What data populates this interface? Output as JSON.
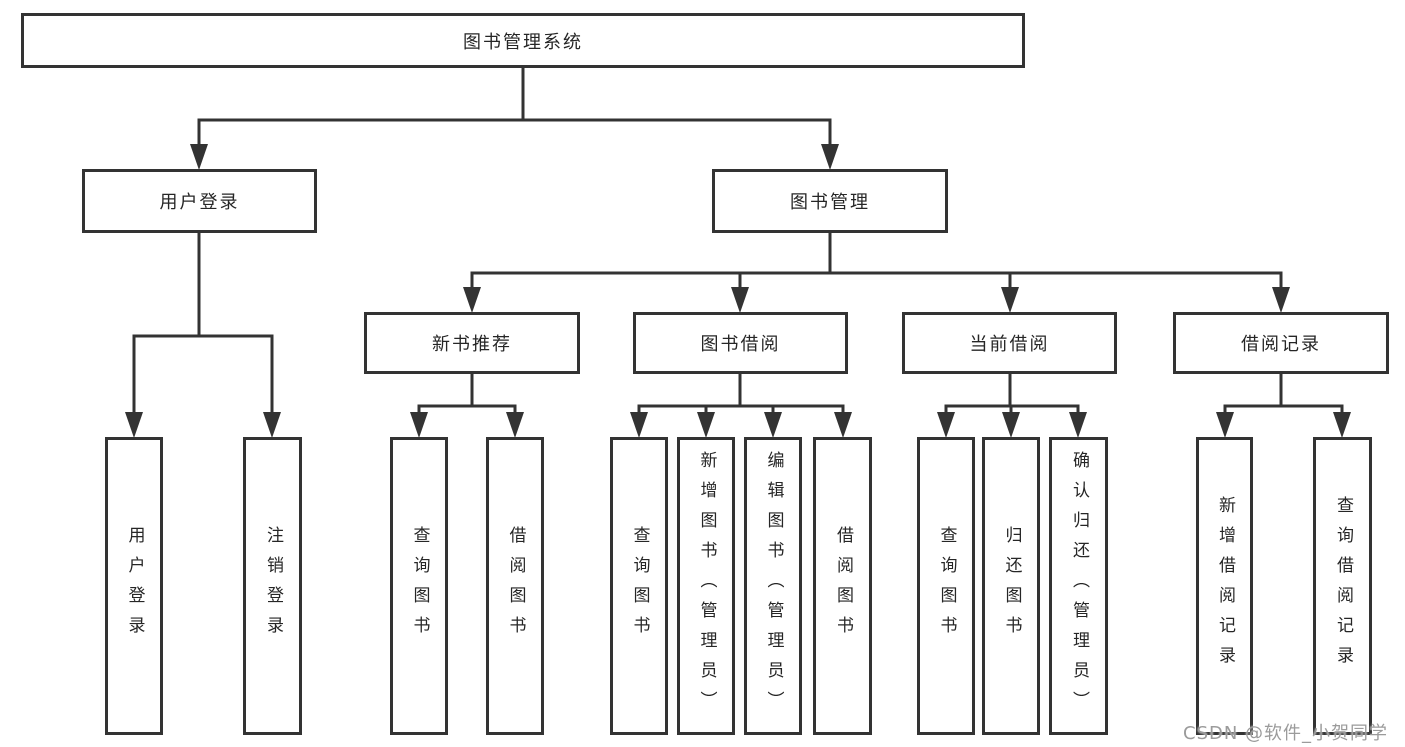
{
  "diagram": {
    "type": "hierarchy-tree",
    "colors": {
      "line": "#333333",
      "box_border": "#333333",
      "box_fill": "#ffffff",
      "text": "#262626",
      "background": "#ffffff",
      "watermark": "#9b9b9b"
    },
    "tree": {
      "root": {
        "label": "图书管理系统",
        "children": [
          {
            "label": "用户登录",
            "children": [
              {
                "label": "用户登录"
              },
              {
                "label": "注销登录"
              }
            ]
          },
          {
            "label": "图书管理",
            "children": [
              {
                "label": "新书推荐",
                "children": [
                  {
                    "label": "查询图书"
                  },
                  {
                    "label": "借阅图书"
                  }
                ]
              },
              {
                "label": "图书借阅",
                "children": [
                  {
                    "label": "查询图书"
                  },
                  {
                    "label": "新增图书（管理员）"
                  },
                  {
                    "label": "编辑图书（管理员）"
                  },
                  {
                    "label": "借阅图书"
                  }
                ]
              },
              {
                "label": "当前借阅",
                "children": [
                  {
                    "label": "查询图书"
                  },
                  {
                    "label": "归还图书"
                  },
                  {
                    "label": "确认归还（管理员）"
                  }
                ]
              },
              {
                "label": "借阅记录",
                "children": [
                  {
                    "label": "新增借阅记录"
                  },
                  {
                    "label": "查询借阅记录"
                  }
                ]
              }
            ]
          }
        ]
      }
    },
    "watermark": {
      "text": "CSDN @软件_小贺同学"
    }
  }
}
